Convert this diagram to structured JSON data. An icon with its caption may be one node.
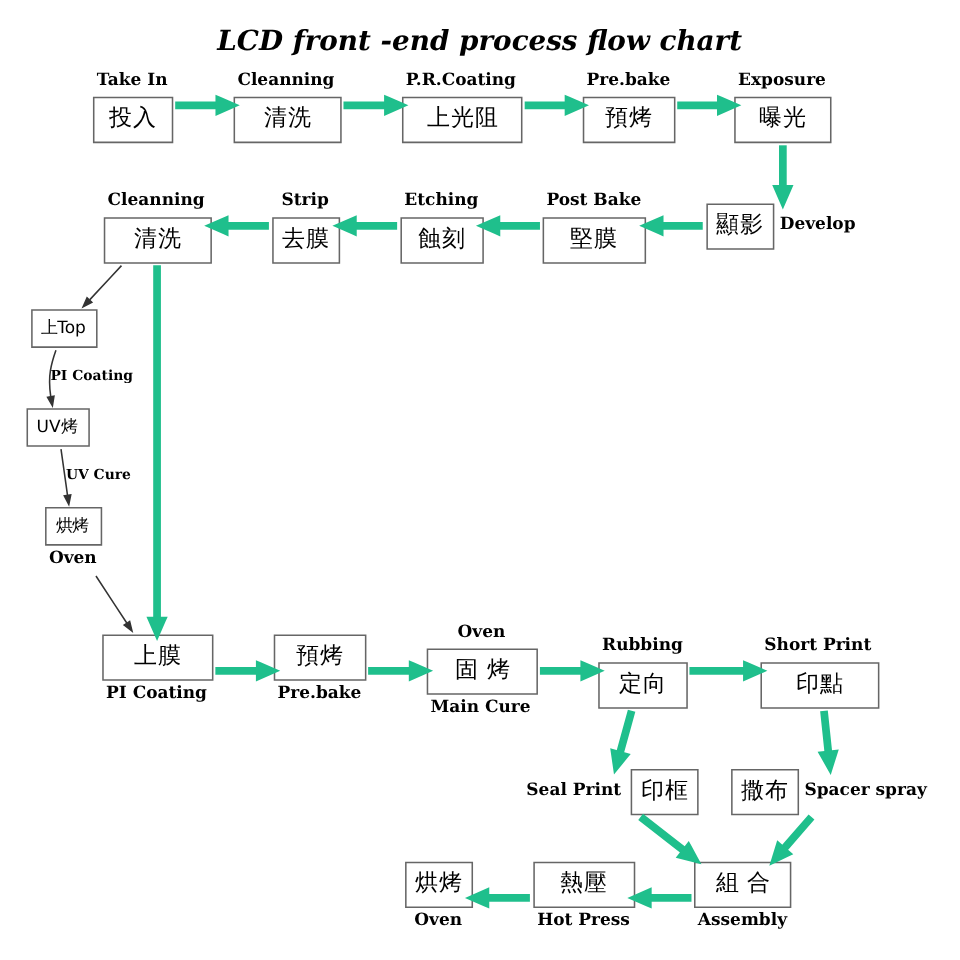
{
  "diagram": {
    "title": "LCD front -end process flow chart",
    "nodes": [
      {
        "text": [
          "投入"
        ],
        "beside": [
          "Take In"
        ]
      },
      {
        "text": [
          "清洗"
        ],
        "beside": [
          "Cleanning"
        ]
      },
      {
        "text": [
          "上光阻"
        ],
        "beside": [
          "P.R.Coating"
        ]
      },
      {
        "text": [
          "預烤"
        ],
        "beside": [
          "Pre.bake"
        ]
      },
      {
        "text": [
          "曝光"
        ],
        "beside": [
          "Exposure"
        ]
      },
      {
        "text": [
          "顯影"
        ],
        "beside": [
          "Develop"
        ]
      },
      {
        "text": [
          "堅膜"
        ],
        "beside": [
          "Post Bake"
        ]
      },
      {
        "text": [
          "蝕刻"
        ],
        "beside": [
          "Etching"
        ]
      },
      {
        "text": [
          "去膜"
        ],
        "beside": [
          "Strip"
        ]
      },
      {
        "text": [
          "清洗"
        ],
        "beside": [
          "Cleanning"
        ]
      },
      {
        "text": [
          "上Top"
        ]
      },
      {
        "text": [
          "UV烤"
        ]
      },
      {
        "text": [
          "烘烤"
        ],
        "beside": [
          "Oven"
        ]
      },
      {
        "text": [
          "上膜"
        ],
        "beside": [
          "PI Coating"
        ]
      },
      {
        "text": [
          "預烤"
        ],
        "beside": [
          "Pre.bake"
        ]
      },
      {
        "text": [
          "固 烤"
        ],
        "beside": [
          "Oven",
          "Main Cure"
        ]
      },
      {
        "text": [
          "定向"
        ],
        "beside": [
          "Rubbing"
        ]
      },
      {
        "text": [
          "印點"
        ],
        "beside": [
          "Short Print"
        ]
      },
      {
        "text": [
          "印框"
        ],
        "beside": [
          "Seal Print"
        ]
      },
      {
        "text": [
          "撒布"
        ],
        "beside": [
          "Spacer spray"
        ]
      },
      {
        "text": [
          "組 合"
        ],
        "beside": [
          "Assembly"
        ]
      },
      {
        "text": [
          "熱壓"
        ],
        "beside": [
          "Hot Press"
        ]
      },
      {
        "text": [
          "烘烤"
        ],
        "beside": [
          "Oven"
        ]
      }
    ],
    "edges": [
      {
        "from": 0,
        "to": 1,
        "arrow": "to"
      },
      {
        "from": 1,
        "to": 2,
        "arrow": "to"
      },
      {
        "from": 2,
        "to": 3,
        "arrow": "to"
      },
      {
        "from": 3,
        "to": 4,
        "arrow": "to"
      },
      {
        "from": 4,
        "to": 5,
        "arrow": "to"
      },
      {
        "from": 5,
        "to": 6,
        "arrow": "to"
      },
      {
        "from": 6,
        "to": 7,
        "arrow": "to"
      },
      {
        "from": 7,
        "to": 8,
        "arrow": "to"
      },
      {
        "from": 8,
        "to": 9,
        "arrow": "to"
      },
      {
        "from": 9,
        "to": 13,
        "arrow": "to"
      },
      {
        "from": 9,
        "to": 10,
        "arrow": "to",
        "color": "#333333"
      },
      {
        "from": 10,
        "to": 11,
        "arrow": "to",
        "label": "PI Coating",
        "color": "#333333"
      },
      {
        "from": 11,
        "to": 12,
        "arrow": "to",
        "label": "UV Cure",
        "color": "#333333"
      },
      {
        "from": 12,
        "to": 13,
        "arrow": "to",
        "color": "#333333"
      },
      {
        "from": 13,
        "to": 14,
        "arrow": "to"
      },
      {
        "from": 14,
        "to": 15,
        "arrow": "to"
      },
      {
        "from": 15,
        "to": 16,
        "arrow": "to"
      },
      {
        "from": 16,
        "to": 17,
        "arrow": "to"
      },
      {
        "from": 16,
        "to": 18,
        "arrow": "to"
      },
      {
        "from": 17,
        "to": 19,
        "arrow": "to"
      },
      {
        "from": 18,
        "to": 20,
        "arrow": "to"
      },
      {
        "from": 19,
        "to": 20,
        "arrow": "to"
      },
      {
        "from": 20,
        "to": 21,
        "arrow": "to"
      },
      {
        "from": 21,
        "to": 22,
        "arrow": "to"
      }
    ]
  }
}
